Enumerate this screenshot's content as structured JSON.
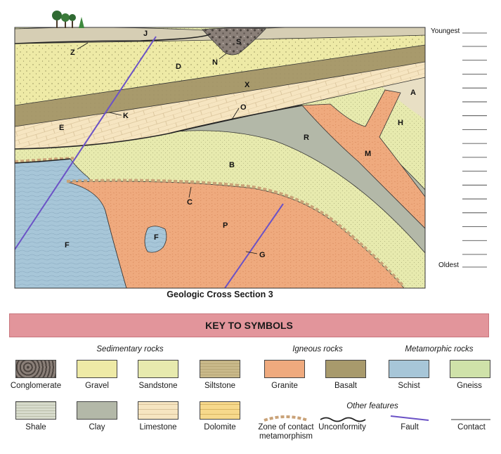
{
  "cross_section": {
    "title": "Geologic Cross Section 3",
    "age_top": "Youngest",
    "age_bottom": "Oldest",
    "answer_blank_count": 18,
    "labels": {
      "J": "J",
      "S": "S",
      "Z": "Z",
      "N": "N",
      "D": "D",
      "X": "X",
      "A": "A",
      "K": "K",
      "O": "O",
      "E": "E",
      "H": "H",
      "R": "R",
      "M": "M",
      "B": "B",
      "C": "C",
      "F1": "F",
      "F2": "F",
      "P": "P",
      "G": "G"
    }
  },
  "key": {
    "title": "KEY TO SYMBOLS",
    "groups": {
      "sedimentary": "Sedimentary rocks",
      "igneous": "Igneous rocks",
      "metamorphic": "Metamorphic rocks",
      "other": "Other features"
    },
    "swatches": [
      {
        "id": "conglomerate",
        "label": "Conglomerate",
        "color": "#8a7f78"
      },
      {
        "id": "gravel",
        "label": "Gravel",
        "color": "#eeeaa6"
      },
      {
        "id": "sandstone",
        "label": "Sandstone",
        "color": "#e7eaae"
      },
      {
        "id": "siltstone",
        "label": "Siltstone",
        "color": "#c9b98a"
      },
      {
        "id": "granite",
        "label": "Granite",
        "color": "#efaa7e"
      },
      {
        "id": "basalt",
        "label": "Basalt",
        "color": "#a89a6c"
      },
      {
        "id": "schist",
        "label": "Schist",
        "color": "#a7c6d8"
      },
      {
        "id": "gneiss",
        "label": "Gneiss",
        "color": "#cfe2a9"
      },
      {
        "id": "shale",
        "label": "Shale",
        "color": "#d8dccd"
      },
      {
        "id": "clay",
        "label": "Clay",
        "color": "#b3b8a8"
      },
      {
        "id": "limestone",
        "label": "Limestone",
        "color": "#f6e5c1"
      },
      {
        "id": "dolomite",
        "label": "Dolomite",
        "color": "#f7d98c"
      }
    ],
    "features": [
      {
        "id": "zone",
        "label": "Zone of contact metamorphism"
      },
      {
        "id": "unconformity",
        "label": "Unconformity"
      },
      {
        "id": "fault",
        "label": "Fault"
      },
      {
        "id": "contact",
        "label": "Contact"
      }
    ]
  },
  "colors": {
    "gravel": "#eeeaa6",
    "sandstone": "#e7eaae",
    "basalt": "#a89a6c",
    "limestone": "#f6e5c1",
    "granite": "#efaa7e",
    "schist": "#a7c6d8",
    "clay": "#b3b8a8",
    "conglomerate": "#8a7f78",
    "topsoil": "#d6ceb4",
    "banner": "#e2959b",
    "fault": "#6b52c6"
  }
}
